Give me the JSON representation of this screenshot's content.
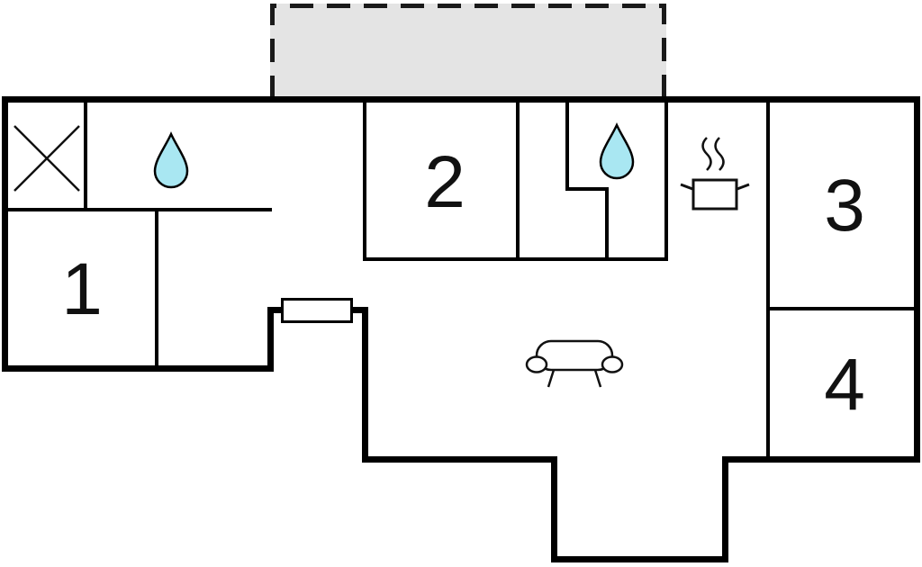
{
  "floor_plan": {
    "rooms": [
      {
        "label": "1"
      },
      {
        "label": "2"
      },
      {
        "label": "3"
      },
      {
        "label": "4"
      }
    ],
    "icons": [
      {
        "name": "cross-icon"
      },
      {
        "name": "water-drop-icon"
      },
      {
        "name": "water-drop-icon"
      },
      {
        "name": "steaming-pot-icon"
      },
      {
        "name": "sofa-icon"
      },
      {
        "name": "window-icon"
      }
    ],
    "colors": {
      "wall": "#000000",
      "line": "#1a1a1a",
      "water_drop_fill": "#a9e7f2",
      "terrace_fill": "#e4e4e4"
    }
  }
}
